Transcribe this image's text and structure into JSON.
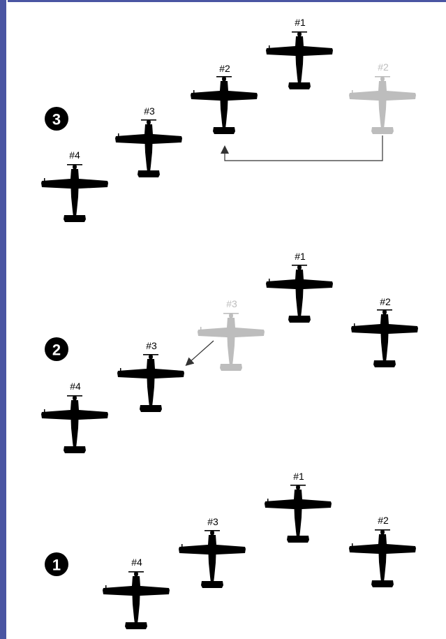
{
  "colors": {
    "border": "#4a55a2",
    "plane_solid": "#000000",
    "plane_ghost": "#bdbdbd",
    "arrow": "#333333"
  },
  "steps": [
    {
      "id": "step-3",
      "number": "3",
      "planes": [
        {
          "label": "#1",
          "state": "solid"
        },
        {
          "label": "#2",
          "state": "solid"
        },
        {
          "label": "#3",
          "state": "solid"
        },
        {
          "label": "#4",
          "state": "solid"
        },
        {
          "label": "#2",
          "state": "ghost"
        }
      ]
    },
    {
      "id": "step-2",
      "number": "2",
      "planes": [
        {
          "label": "#1",
          "state": "solid"
        },
        {
          "label": "#2",
          "state": "solid"
        },
        {
          "label": "#3",
          "state": "solid"
        },
        {
          "label": "#4",
          "state": "solid"
        },
        {
          "label": "#3",
          "state": "ghost"
        }
      ]
    },
    {
      "id": "step-1",
      "number": "1",
      "planes": [
        {
          "label": "#1",
          "state": "solid"
        },
        {
          "label": "#2",
          "state": "solid"
        },
        {
          "label": "#3",
          "state": "solid"
        },
        {
          "label": "#4",
          "state": "solid"
        }
      ]
    }
  ]
}
